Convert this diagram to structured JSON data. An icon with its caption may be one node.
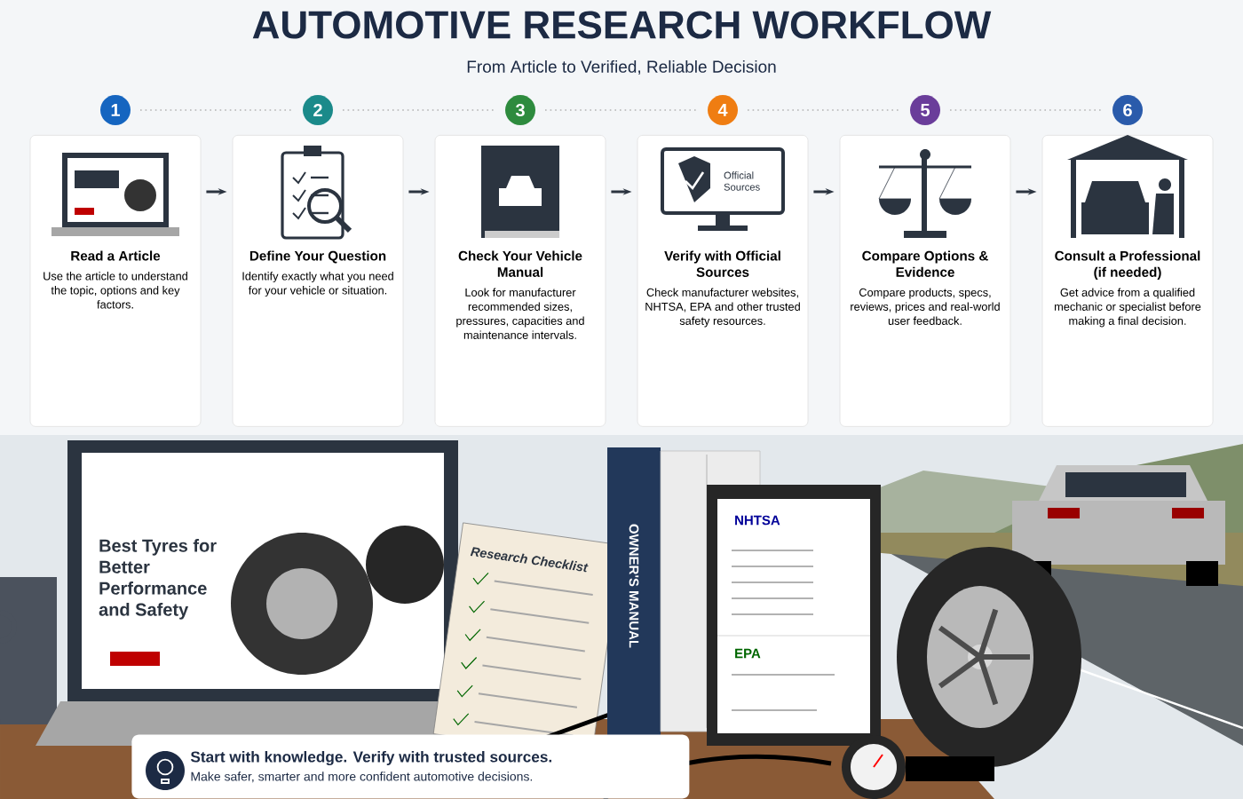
{
  "diagram": {
    "title": "AUTOMOTIVE RESEARCH WORKFLOW",
    "caption": "From Article to Verified, Reliable Decision",
    "nodes": [
      {
        "text": [
          "Read a Article",
          "Use the article to understand the topic, options and key factors."
        ],
        "beside": [
          "1"
        ]
      },
      {
        "text": [
          "Define Your Question",
          "Identify exactly what you need for your vehicle or situation."
        ],
        "beside": [
          "2"
        ]
      },
      {
        "text": [
          "Check Your Vehicle Manual",
          "Look for manufacturer recommended sizes, pressures, capacities and maintenance intervals."
        ],
        "beside": [
          "3"
        ]
      },
      {
        "text": [
          "Verify with Official Sources",
          "Check manufacturer websites, NHTSA, EPA and other trusted safety resources."
        ],
        "beside": [
          "4"
        ]
      },
      {
        "text": [
          "Compare Options & Evidence",
          "Compare products, specs, reviews, prices and real-world user feedback."
        ],
        "beside": [
          "5"
        ]
      },
      {
        "text": [
          "Consult a Professional (if needed)",
          "Get advice from a qualified mechanic or specialist before making a final decision."
        ],
        "beside": [
          "6"
        ]
      },
      {
        "text": [
          "Start with knowledge. Verify with trusted sources.",
          "Make safer, smarter and more confident automotive decisions."
        ]
      }
    ],
    "edges": [
      {
        "from": 0,
        "to": 1,
        "arrow": "to"
      },
      {
        "from": 1,
        "to": 2,
        "arrow": "to"
      },
      {
        "from": 2,
        "to": 3,
        "arrow": "to"
      },
      {
        "from": 3,
        "to": 4,
        "arrow": "to"
      },
      {
        "from": 4,
        "to": 5,
        "arrow": "to"
      }
    ],
    "labels": [
      "Official Sources",
      "Best Tyres for Better Performance and Safety",
      "Research Checklist",
      "OWNER'S MANUAL",
      "NHTSA",
      "EPA"
    ]
  }
}
